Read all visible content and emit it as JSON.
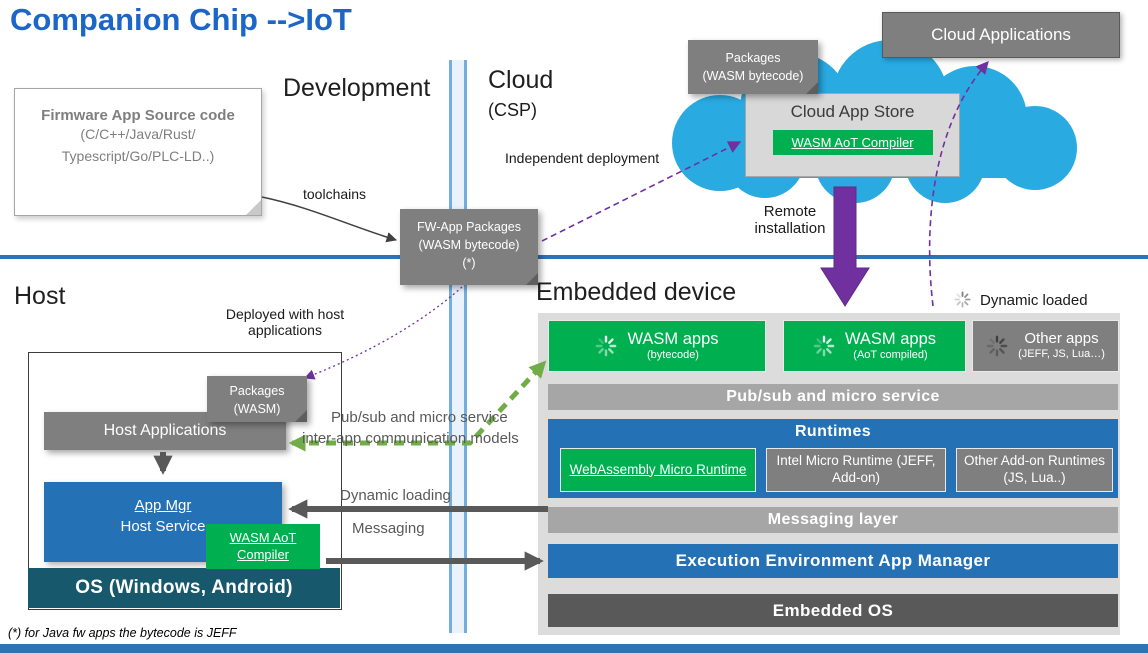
{
  "title": "Companion Chip -->IoT",
  "section_labels": {
    "development": "Development",
    "cloud": "Cloud",
    "cloud_sub": "(CSP)",
    "host": "Host",
    "embedded_device": "Embedded device"
  },
  "firmware_box": {
    "title": "Firmware App Source code",
    "line2": "(C/C++/Java/Rust/",
    "line3": "Typescript/Go/PLC-LD..)"
  },
  "notes": {
    "fw_app_packages": {
      "line1": "FW-App Packages",
      "line2": "(WASM bytecode)",
      "line3": "(*)"
    },
    "packages_wasm_bytecode": {
      "line1": "Packages",
      "line2": "(WASM bytecode)"
    },
    "packages_wasm": {
      "line1": "Packages",
      "line2": "(WASM)"
    }
  },
  "cloud": {
    "applications": "Cloud Applications",
    "app_store_title": "Cloud App Store",
    "compiler": "WASM AoT Compiler"
  },
  "arrow_labels": {
    "toolchains": "toolchains",
    "independent_deployment": "Independent deployment",
    "remote_installation": "Remote installation",
    "dynamic_loaded": "Dynamic loaded",
    "deployed_with_host": "Deployed with host applications",
    "pubsub_line1": "Pub/sub and micro service",
    "pubsub_line2": "inter-app communication models",
    "dynamic_loading": "Dynamic loading",
    "messaging": "Messaging"
  },
  "host": {
    "host_applications": "Host Applications",
    "app_mgr_line1": "App Mgr",
    "app_mgr_line2": "Host Service",
    "compiler": "WASM AoT Compiler",
    "os_bar": "OS (Windows, Android)"
  },
  "embedded": {
    "apps": [
      {
        "title": "WASM apps",
        "subtitle": "(bytecode)"
      },
      {
        "title": "WASM apps",
        "subtitle": "(AoT compiled)"
      },
      {
        "title": "Other apps",
        "subtitle": "(JEFF, JS, Lua…)"
      }
    ],
    "pubsub_bar": "Pub/sub and micro service",
    "runtimes_title": "Runtimes",
    "runtimes": [
      {
        "label": "WebAssembly Micro Runtime"
      },
      {
        "label": "Intel Micro Runtime (JEFF, Add-on)"
      },
      {
        "label": "Other Add-on Runtimes (JS, Lua..)"
      }
    ],
    "messaging_bar": "Messaging layer",
    "exec_env_bar": "Execution Environment App Manager",
    "os_bar": "Embedded OS"
  },
  "footnote": "(*) for Java fw apps the bytecode is JEFF",
  "colors": {
    "title_blue": "#1b66c6",
    "accent_blue": "#2e74b5",
    "box_blue": "#2471b5",
    "green": "#00b050",
    "gray_box": "#7f7f7f",
    "light_gray_bar": "#a6a6a6",
    "cloud_cyan": "#29abe2",
    "purple": "#7030a0",
    "arrow_green": "#70ad47",
    "dark_gray": "#595959",
    "os_teal": "#17586d"
  }
}
